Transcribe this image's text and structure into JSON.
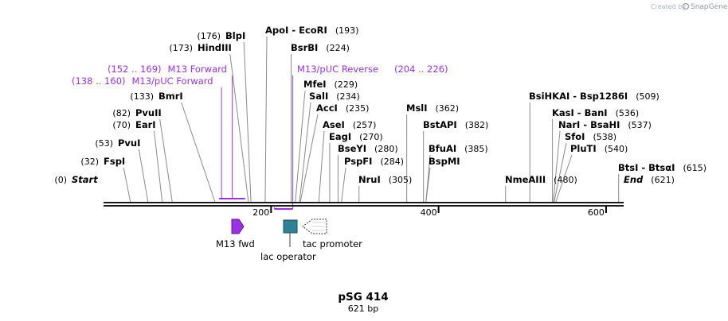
{
  "credit": {
    "prefix": "Created by",
    "brand": "SnapGene"
  },
  "map": {
    "title": "pSG 414",
    "length_label": "621 bp",
    "ticks": [
      {
        "value": 200,
        "label": "200"
      },
      {
        "value": 400,
        "label": "400"
      },
      {
        "value": 600,
        "label": "600"
      }
    ],
    "sites": [
      {
        "pos": 0,
        "name": "Start",
        "pos_label": "(0)",
        "italic": true
      },
      {
        "pos": 32,
        "name": "FspI",
        "pos_label": "(32)"
      },
      {
        "pos": 53,
        "name": "PvuI",
        "pos_label": "(53)"
      },
      {
        "pos": 70,
        "name": "EarI",
        "pos_label": "(70)"
      },
      {
        "pos": 82,
        "name": "PvuII",
        "pos_label": "(82)"
      },
      {
        "pos": 133,
        "name": "BmrI",
        "pos_label": "(133)"
      },
      {
        "pos": 173,
        "name": "HindIII",
        "pos_label": "(173)"
      },
      {
        "pos": 176,
        "name": "BlpI",
        "pos_label": "(176)"
      },
      {
        "pos": 193,
        "name": "ApoI  -  EcoRI",
        "pos_label": "(193)"
      },
      {
        "pos": 224,
        "name": "BsrBI",
        "pos_label": "(224)"
      },
      {
        "pos": 229,
        "name": "MfeI",
        "pos_label": "(229)"
      },
      {
        "pos": 234,
        "name": "SalI",
        "pos_label": "(234)"
      },
      {
        "pos": 235,
        "name": "AccI",
        "pos_label": "(235)"
      },
      {
        "pos": 257,
        "name": "AseI",
        "pos_label": "(257)"
      },
      {
        "pos": 270,
        "name": "EagI",
        "pos_label": "(270)"
      },
      {
        "pos": 280,
        "name": "BseYI",
        "pos_label": "(280)"
      },
      {
        "pos": 284,
        "name": "PspFI",
        "pos_label": "(284)"
      },
      {
        "pos": 305,
        "name": "NruI",
        "pos_label": "(305)"
      },
      {
        "pos": 362,
        "name": "MslI",
        "pos_label": "(362)"
      },
      {
        "pos": 382,
        "name": "BstAPI",
        "pos_label": "(382)"
      },
      {
        "pos": 385,
        "name": "BfuAI",
        "pos_label": "(385)"
      },
      {
        "pos": 385,
        "name": "BspMI",
        "pos_label": ""
      },
      {
        "pos": 480,
        "name": "NmeAIII",
        "pos_label": "(480)"
      },
      {
        "pos": 509,
        "name": "BsiHKAI  -  Bsp1286I",
        "pos_label": "(509)"
      },
      {
        "pos": 536,
        "name": "KasI  -  BanI",
        "pos_label": "(536)"
      },
      {
        "pos": 537,
        "name": "NarI  -  BsaHI",
        "pos_label": "(537)"
      },
      {
        "pos": 538,
        "name": "SfoI",
        "pos_label": "(538)"
      },
      {
        "pos": 540,
        "name": "PluTI",
        "pos_label": "(540)"
      },
      {
        "pos": 615,
        "name": "BtsI  -  BtsαI",
        "pos_label": "(615)"
      },
      {
        "pos": 621,
        "name": "End",
        "pos_label": "(621)",
        "italic": true
      }
    ],
    "primers": [
      {
        "name": "M13 Forward",
        "range_label": "(152 .. 169)",
        "start": 152,
        "end": 169,
        "strand": "top"
      },
      {
        "name": "M13/pUC Forward",
        "range_label": "(138 .. 160)",
        "start": 138,
        "end": 160,
        "strand": "top"
      },
      {
        "name": "M13/pUC Reverse",
        "range_label": "(204 .. 226)",
        "start": 204,
        "end": 226,
        "strand": "bottom"
      }
    ],
    "features": [
      {
        "name": "M13 fwd",
        "type": "arrow-right",
        "color": "#9b30e6"
      },
      {
        "name": "lac operator",
        "type": "box",
        "color": "#2f8296"
      },
      {
        "name": "tac promoter",
        "type": "arrow-left-outline",
        "color": "#ffffff"
      }
    ],
    "colors": {
      "primer": "#9b30e6",
      "backbone": "#1a1a1a",
      "lac_operator": "#2f8296"
    }
  }
}
